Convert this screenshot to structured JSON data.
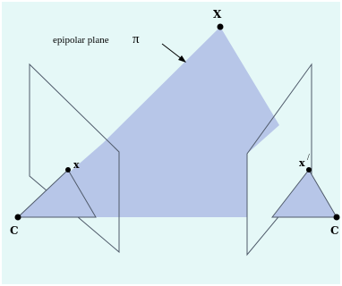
{
  "labels": {
    "world_point": "X",
    "epipolar_plane_text": "epipolar plane",
    "pi_symbol": "π",
    "left_image_point": "x",
    "right_image_point": "x",
    "right_prime": "/",
    "left_camera_center": "C",
    "right_camera_center": "C"
  },
  "colors": {
    "background": "#e5f8f7",
    "plane_fill": "#b7c6e8",
    "line": "#4f5a6a",
    "point": "#000000"
  }
}
